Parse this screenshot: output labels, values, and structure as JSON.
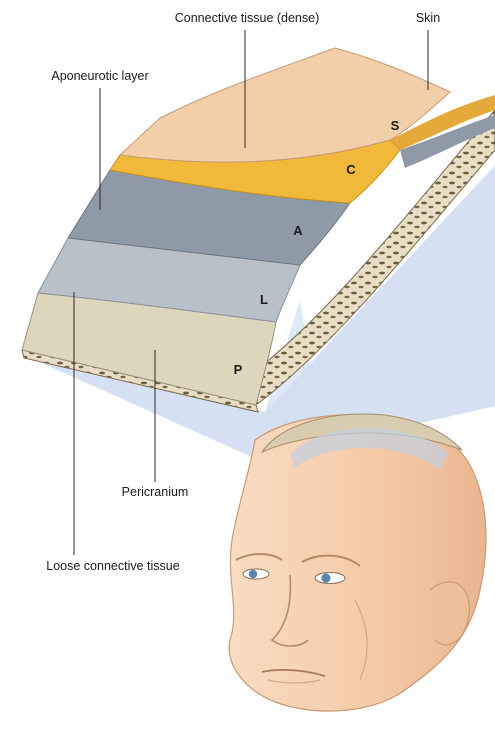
{
  "labels": {
    "connective_tissue_dense": "Connective tissue (dense)",
    "skin": "Skin",
    "aponeurotic_layer": "Aponeurotic layer",
    "pericranium": "Pericranium",
    "loose_connective_tissue": "Loose connective tissue"
  },
  "layer_letters": {
    "s": "S",
    "c": "C",
    "a": "A",
    "l": "L",
    "p": "P"
  },
  "colors": {
    "skin_layer": "#f2cfa8",
    "connective_layer": "#f0b93a",
    "aponeurotic_layer": "#8f9aa8",
    "loose_layer": "#b9c0c8",
    "pericranium_layer": "#ddd6bd",
    "bone": "#e6dcc3",
    "projection": "#c9d8ef",
    "face": "#f7d3b3",
    "leader_line": "#2a2a2a"
  }
}
